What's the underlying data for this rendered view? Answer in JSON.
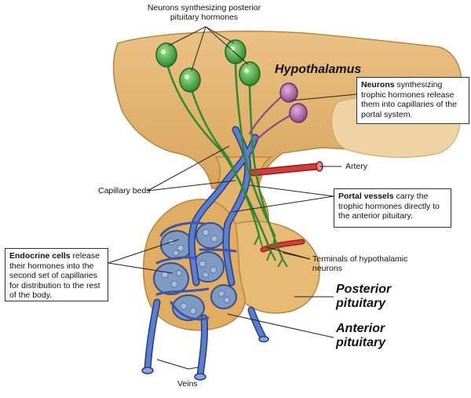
{
  "labels": {
    "neurons_posterior": "Neurons synthesizing posterior pituitary hormones",
    "hypothalamus": "Hypothalamus",
    "neurons_trophic_bold": "Neurons",
    "neurons_trophic_text": " synthesizing trophic hormones release them into capillaries of the portal system.",
    "artery": "Artery",
    "capillary_beds": "Capillary beds",
    "portal_bold": "Portal vessels",
    "portal_text": " carry the trophic hormones directly to the anterior pituitary.",
    "endocrine_bold": "Endocrine cells",
    "endocrine_text": " release their hormones into the second set of capillaries for distribution to the rest of the body.",
    "terminals": "Terminals of hypothalamic neurons",
    "posterior_pituitary_line1": "Posterior",
    "posterior_pituitary_line2": "pituitary",
    "anterior_pituitary_line1": "Anterior",
    "anterior_pituitary_line2": "pituitary",
    "veins": "Veins"
  },
  "colors": {
    "tissue": "#e2b46a",
    "tissue_edge": "#b48840",
    "tissue_light": "#f2d49a",
    "green_neuron": "#3e9c3c",
    "purple_neuron": "#a05a98",
    "vein_blue": "#4f6fc0",
    "vessel_edge": "#2a3c80",
    "artery_red": "#d63a3a",
    "cell_fill": "#8fa8c8"
  }
}
